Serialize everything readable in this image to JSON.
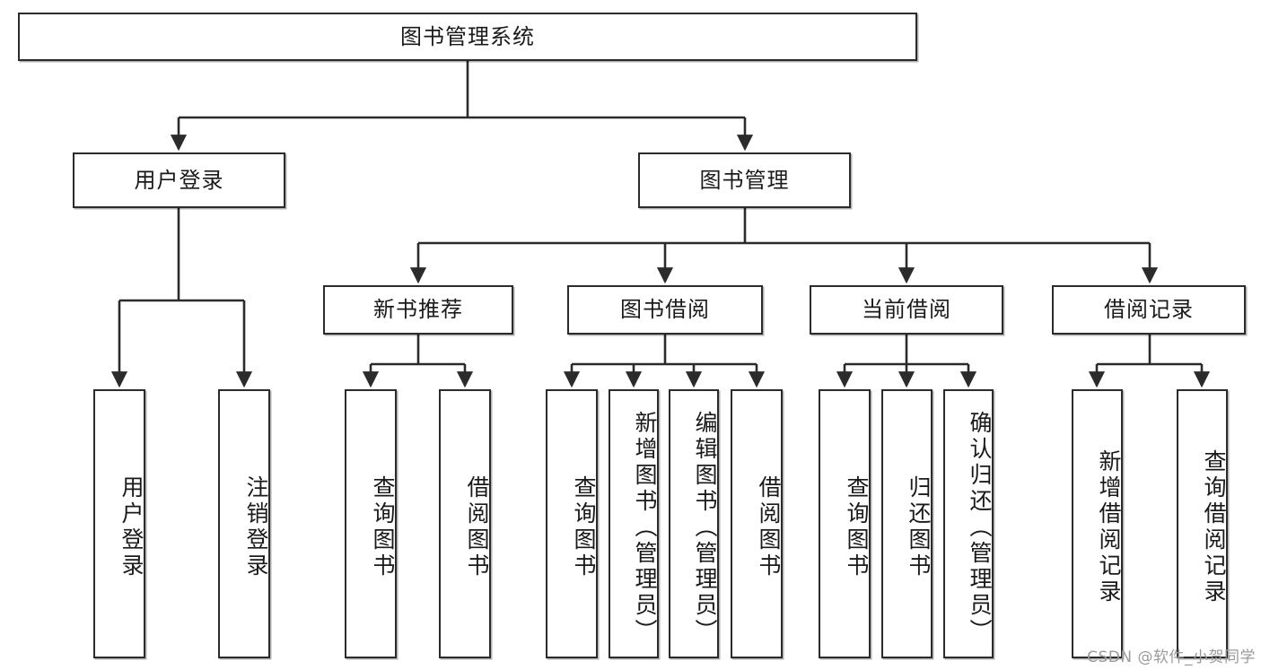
{
  "diagram": {
    "title": "图书管理系统",
    "type": "tree-hierarchy-diagram",
    "colors": {
      "stroke": "#2b2b2b",
      "text": "#1a1a1a",
      "background": "#ffffff",
      "watermark": "#9a9a9a"
    },
    "root": {
      "label": "图书管理系统"
    },
    "level2": [
      {
        "label": "用户登录"
      },
      {
        "label": "图书管理"
      }
    ],
    "level3": [
      {
        "label": "新书推荐"
      },
      {
        "label": "图书借阅"
      },
      {
        "label": "当前借阅"
      },
      {
        "label": "借阅记录"
      }
    ],
    "leaves": {
      "user_login": [
        {
          "label": "用户登录"
        },
        {
          "label": "注销登录"
        }
      ],
      "new_book_recommend": [
        {
          "label": "查询图书"
        },
        {
          "label": "借阅图书"
        }
      ],
      "book_borrow": [
        {
          "label": "查询图书"
        },
        {
          "label": "新增图书（管理员）"
        },
        {
          "label": "编辑图书（管理员）"
        },
        {
          "label": "借阅图书"
        }
      ],
      "current_borrow": [
        {
          "label": "查询图书"
        },
        {
          "label": "归还图书"
        },
        {
          "label": "确认归还（管理员）"
        }
      ],
      "borrow_records": [
        {
          "label": "新增借阅记录"
        },
        {
          "label": "查询借阅记录"
        }
      ]
    },
    "watermark": "CSDN @软件_小贺同学"
  }
}
